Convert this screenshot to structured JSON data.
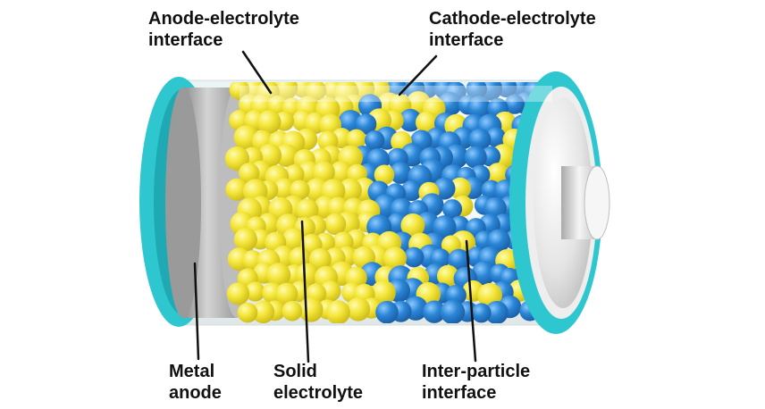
{
  "labels": {
    "anode_interface": {
      "line1": "Anode-electrolyte",
      "line2": "interface"
    },
    "cathode_interface": {
      "line1": "Cathode-electrolyte",
      "line2": "interface"
    },
    "metal_anode": {
      "line1": "Metal",
      "line2": "anode"
    },
    "solid_electrolyte": {
      "line1": "Solid",
      "line2": "electrolyte"
    },
    "interparticle": {
      "line1": "Inter-particle",
      "line2": "interface"
    }
  },
  "colors": {
    "casing_ring": "#2ec7cf",
    "metal_anode": "#b9b9b9",
    "electrolyte_particle": "#f2e52c",
    "cathode_particle": "#2a86d6",
    "terminal": "#d8d8d8",
    "leader_line": "#111111"
  }
}
